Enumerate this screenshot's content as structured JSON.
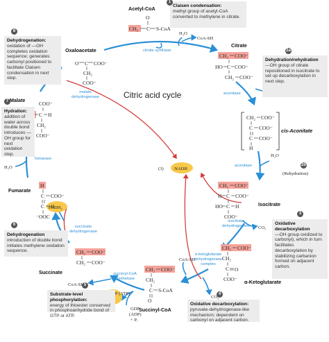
{
  "title": "Citric acid cycle",
  "molecules": {
    "acetyl_coa": "Acetyl-CoA",
    "oxaloacetate": "Oxaloacetate",
    "citrate": "Citrate",
    "cis_aconitate": "cis-Aconitate",
    "isocitrate": "Isocitrate",
    "alpha_ketoglutarate": "α-Ketoglutarate",
    "succinyl_coa": "Succinyl-CoA",
    "succinate": "Succinate",
    "fumarate": "Fumarate",
    "malate": "Malate"
  },
  "cofactors": {
    "h2o": "H₂O",
    "coash": "CoA-SH",
    "co2": "CO₂",
    "nadh": "NADH",
    "nadh_count": "(3)",
    "fadh2": "FADH₂",
    "gtp_atp": "GTP (ATP)",
    "gdp": "GDP",
    "adp": "(ADP)",
    "pi": "+ Pᵢ",
    "rehydration": "(Rehydration)"
  },
  "enzymes": {
    "citrate_synthase": "citrate synthase",
    "aconitase": "aconitase",
    "isocitrate_dehydrogenase": "isocitrate dehydrogenase",
    "akg_dehydrogenase": "α-ketoglutarate dehydrogenase complex",
    "succinyl_coa_synthetase": "succinyl-CoA synthetase",
    "succinate_dehydrogenase": "succinate dehydrogenase",
    "fumarase": "fumarase",
    "malate_dehydrogenase": "malate dehydrogenase"
  },
  "steps": [
    {
      "num": "1",
      "heading": "Claisen condensation:",
      "text": "methyl group of acetyl-CoA converted to methylene in citrate."
    },
    {
      "num": "2a",
      "heading": "Dehydration/rehydration",
      "text": "—OH group of citrate repositioned in isocitrate to set up decarboxylation in next step."
    },
    {
      "num": "2b",
      "heading": "",
      "text": ""
    },
    {
      "num": "3",
      "heading": "Oxidative decarboxylation",
      "text": "—OH group oxidized to carbonyl), which in turn facilitates decarboxylation by stabilizing carbanion formed on adjacent carbon."
    },
    {
      "num": "4",
      "heading": "Oxidative decarboxylation:",
      "text": "pyruvate-dehydrogenase-like mechanism; dependent on carbonyl on adjacent carbon."
    },
    {
      "num": "5",
      "heading": "Substrate-level phosphorylation:",
      "text": "energy of thioester conserved in phosphoanhydride bond of GTP or ATP."
    },
    {
      "num": "6",
      "heading": "Dehydrogenation",
      "text": "introduction of double bond initiates methylene oxidation sequence."
    },
    {
      "num": "7",
      "heading": "Hydration:",
      "text": "addition of water across double bond introduces —OH group for next oxidation step."
    },
    {
      "num": "8",
      "heading": "Dehydrogenation:",
      "text": "oxidation of —OH completes oxidation sequence; generates carbonyl positioned to facilitate Claisen condensation in next step."
    }
  ],
  "structures": {
    "acetyl": [
      "CH₃",
      "C",
      "S-CoA",
      "O"
    ],
    "oxaloacetate": [
      "O",
      "C",
      "COO⁻",
      "CH₂",
      "COO⁻"
    ],
    "citrate": [
      "CH₂",
      "COO⁻",
      "HO",
      "C",
      "COO⁻",
      "CH₂",
      "COO⁻"
    ],
    "cis_aconitate": [
      "CH₂",
      "COO⁻",
      "C",
      "COO⁻",
      "C",
      "COO⁻",
      "H"
    ],
    "isocitrate": [
      "CH₂",
      "COO⁻",
      "H",
      "C",
      "COO⁻",
      "HO",
      "C",
      "H",
      "COO⁻"
    ],
    "akg": [
      "CH₂",
      "COO⁻",
      "CH₂",
      "C",
      "O",
      "COO⁻"
    ],
    "succinyl_coa": [
      "CH₂",
      "COO⁻",
      "CH₂",
      "C",
      "S-CoA",
      "O"
    ],
    "succinate": [
      "CH₂",
      "COO⁻",
      "CH₂",
      "COO⁻"
    ],
    "fumarate": [
      "H",
      "C",
      "COO⁻",
      "C",
      "H",
      "⁻OOC"
    ],
    "malate": [
      "COO⁻",
      "HO",
      "C",
      "H",
      "CH₂",
      "COO⁻"
    ]
  },
  "colors": {
    "arrow": "#2a8fd6",
    "nadh_line": "#d43a3a",
    "highlight": "#f4a39a",
    "step_box": "#ececec",
    "badge": "#555555",
    "cofactor_bubble": "#f7c84a"
  }
}
